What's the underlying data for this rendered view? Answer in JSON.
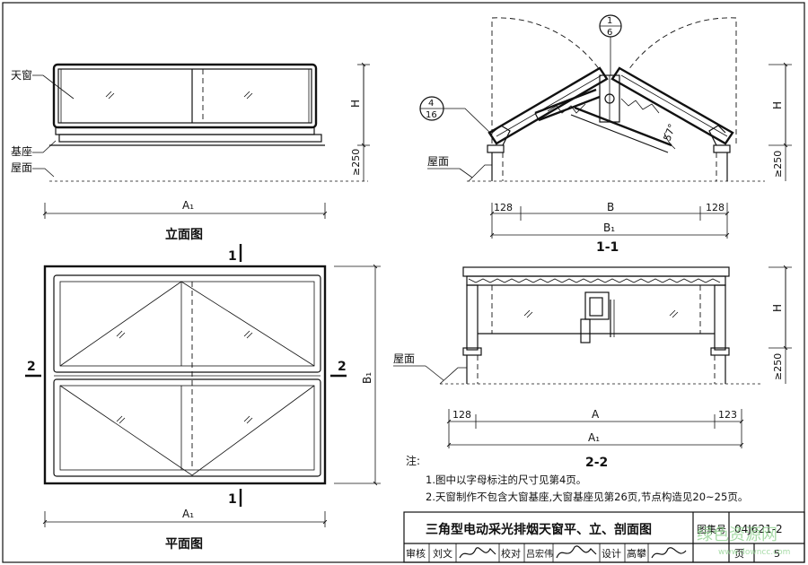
{
  "views": {
    "elevation": {
      "title": "立面图",
      "labels": {
        "skylight": "天窗",
        "base": "基座",
        "roof": "屋面"
      },
      "dims": {
        "width": "A₁",
        "height": "H",
        "base_height": "≥250"
      }
    },
    "plan": {
      "title": "平面图",
      "cut_marks": {
        "section_1": "1",
        "section_2": "2"
      },
      "dims": {
        "width": "A₁",
        "depth": "B₁"
      }
    },
    "section_1": {
      "title": "1-1",
      "callouts": [
        {
          "top": "1",
          "bottom": "6"
        },
        {
          "top": "4",
          "bottom": "16"
        }
      ],
      "angle": "57°",
      "labels": {
        "roof": "屋面"
      },
      "dims": {
        "edge_left": "128",
        "middle": "B",
        "edge_right": "128",
        "overall": "B₁",
        "height": "H",
        "base_height": "≥250"
      }
    },
    "section_2": {
      "title": "2-2",
      "labels": {
        "roof": "屋面"
      },
      "dims": {
        "edge_left": "128",
        "middle": "A",
        "edge_right": "123",
        "overall": "A₁",
        "height": "H",
        "base_height": "≥250"
      }
    }
  },
  "notes": {
    "heading": "注:",
    "items": [
      "1.图中以字母标注的尺寸见第4页。",
      "2.天窗制作不包含大窗基座,大窗基座见第26页,节点构造见20~25页。"
    ]
  },
  "title_block": {
    "drawing_title": "三角型电动采光排烟天窗平、立、剖面图",
    "atlas_no_label": "图集号",
    "atlas_no": "04J621-2",
    "review_label": "审核",
    "reviewer": "刘文",
    "check_label": "校对",
    "checker": "吕宏伟",
    "design_label": "设计",
    "designer": "高攀",
    "page_label": "页",
    "page_no": "5"
  },
  "watermark": {
    "text": "绿色资源网",
    "url": "www.downcc.com"
  }
}
